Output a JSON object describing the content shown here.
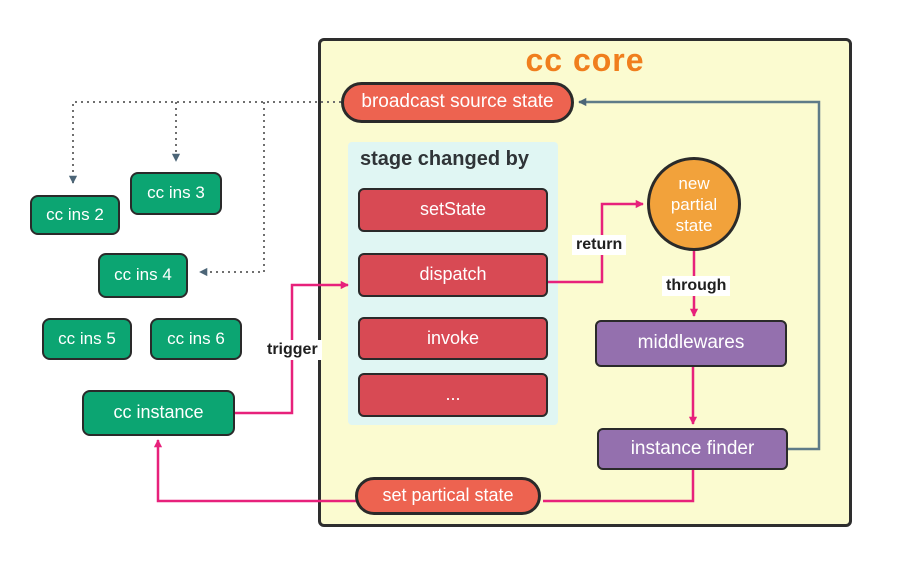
{
  "core_box": {
    "title": "cc core"
  },
  "nodes": {
    "broadcast": {
      "label": "broadcast source state"
    },
    "stage_panel": {
      "title": "stage changed by",
      "items": [
        "setState",
        "dispatch",
        "invoke",
        "..."
      ]
    },
    "new_partial_state": {
      "lines": [
        "new",
        "partial",
        "state"
      ]
    },
    "middlewares": {
      "label": "middlewares"
    },
    "instance_finder": {
      "label": "instance finder"
    },
    "set_partical_state": {
      "label": "set partical state"
    },
    "cc_ins_2": {
      "label": "cc ins 2"
    },
    "cc_ins_3": {
      "label": "cc ins 3"
    },
    "cc_ins_4": {
      "label": "cc ins 4"
    },
    "cc_ins_5": {
      "label": "cc ins 5"
    },
    "cc_ins_6": {
      "label": "cc ins 6"
    },
    "cc_instance": {
      "label": "cc instance"
    }
  },
  "edge_labels": {
    "trigger": "trigger",
    "return": "return",
    "through": "through"
  },
  "colors": {
    "core_bg": "#FBFBD0",
    "core_border": "#2E2E2E",
    "core_title": "#F07E1D",
    "salmon": "#ED6350",
    "red_item": "#D84A54",
    "cyan_panel": "#E0F6F3",
    "green": "#0CA572",
    "orange_circle": "#F2A23B",
    "purple": "#9470AE",
    "pink": "#E7217B",
    "slate": "#5E7B88",
    "dotted_gray": "#6F6F6F",
    "arrow_slate": "#4C6577",
    "label_text": "#1F1F1F",
    "node_border": "#2A2A2A",
    "panel_title": "#2F3437"
  }
}
